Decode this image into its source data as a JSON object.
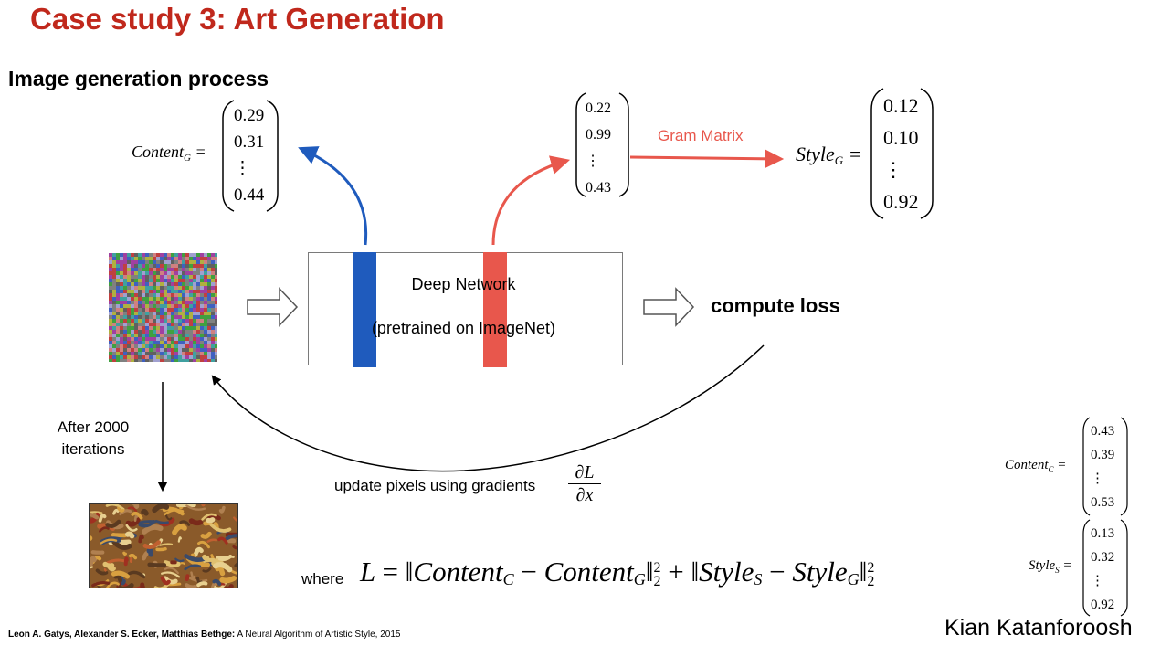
{
  "slide": {
    "title": "Case study 3: Art Generation",
    "subtitle": "Image generation process"
  },
  "content_g": {
    "label": "Content",
    "subscript": "G",
    "values": [
      "0.29",
      "0.31",
      "⋮",
      "0.44"
    ]
  },
  "features": {
    "values": [
      "0.22",
      "0.99",
      "⋮",
      "0.43"
    ],
    "transform_label": "Gram Matrix"
  },
  "style_g": {
    "label": "Style",
    "subscript": "G",
    "values": [
      "0.12",
      "0.10",
      "⋮",
      "0.92"
    ]
  },
  "network": {
    "line1": "Deep Network",
    "line2": "(pretrained on ImageNet)"
  },
  "loss_label": "compute loss",
  "iterations_label": "After 2000 iterations",
  "update": {
    "text": "update pixels using gradients",
    "numerator": "∂L",
    "denominator": "∂x"
  },
  "equation": {
    "where": "where",
    "L": "L",
    "equals": "=",
    "content": "Content",
    "style": "Style",
    "sub_c": "C",
    "sub_g": "G",
    "sub_s": "S",
    "minus": "−",
    "plus": "+",
    "sup2": "2",
    "sub2": "2"
  },
  "content_c": {
    "label": "Content",
    "subscript": "C",
    "values": [
      "0.43",
      "0.39",
      "⋮",
      "0.53"
    ]
  },
  "style_s": {
    "label": "Style",
    "subscript": "S",
    "values": [
      "0.13",
      "0.32",
      "⋮",
      "0.92"
    ]
  },
  "citation": {
    "authors": "Leon A. Gatys, Alexander S. Ecker, Matthias Bethge:",
    "paper": " A Neural Algorithm of Artistic Style, 2015"
  },
  "presenter": "Kian Katanforoosh",
  "colors": {
    "title": "#c0281c",
    "blue": "#1f5bbd",
    "red": "#e8574c"
  }
}
